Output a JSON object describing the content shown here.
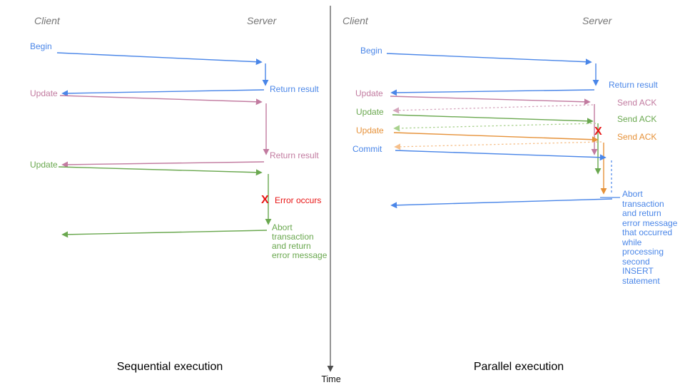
{
  "left_panel": {
    "client_header": "Client",
    "server_header": "Server",
    "caption": "Sequential execution",
    "begin_label": "Begin",
    "return_result_1_label": "Return result",
    "update_1_label": "Update",
    "return_result_2_label": "Return result",
    "update_2_label": "Update",
    "error_x": "X",
    "error_label": "Error occurs",
    "abort_label": "Abort\ntransaction\nand return\nerror message"
  },
  "right_panel": {
    "client_header": "Client",
    "server_header": "Server",
    "caption": "Parallel execution",
    "begin_label": "Begin",
    "return_result_label": "Return result",
    "update_1_label": "Update",
    "update_2_label": "Update",
    "update_3_label": "Update",
    "commit_label": "Commit",
    "send_ack_1_label": "Send ACK",
    "send_ack_2_label": "Send ACK",
    "send_ack_3_label": "Send ACK",
    "error_x": "X",
    "abort_label": "Abort\ntransaction\nand return\nerror message\nthat occurred\nwhile\nprocessing\nsecond\nINSERT\nstatement"
  },
  "time_axis": {
    "label": "Time"
  },
  "colors": {
    "blue": "#4a86e8",
    "pink": "#c27ba0",
    "green": "#6aa84f",
    "orange": "#e69138",
    "red": "#e81414",
    "dotted_pink": "#d5a6bd",
    "dotted_green": "#a9d18e",
    "dotted_orange": "#f6c08b",
    "header_gray": "#757575",
    "axis_gray": "#4d4d4d"
  }
}
